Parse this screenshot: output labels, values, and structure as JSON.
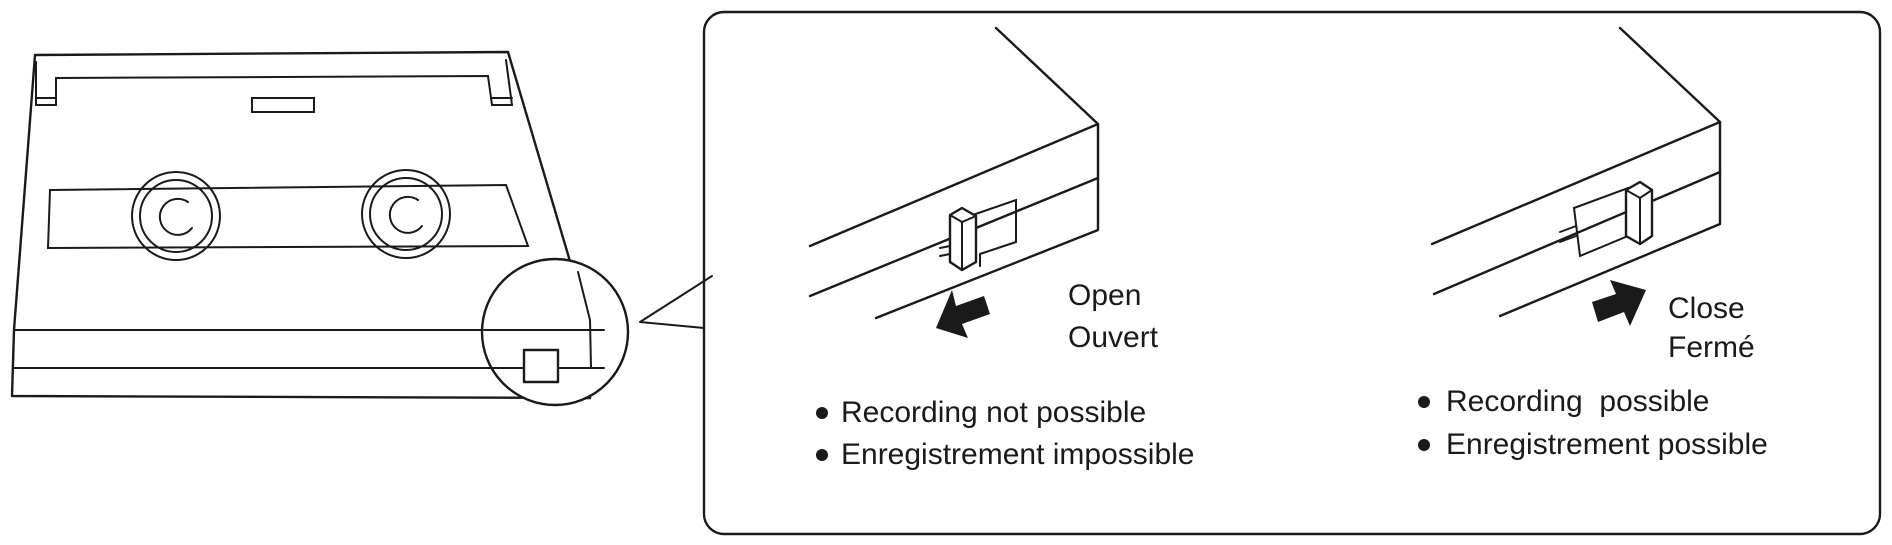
{
  "open_state": {
    "label_en": "Open",
    "label_fr": "Ouvert",
    "bullet_en": "Recording not possible",
    "bullet_fr": "Enregistrement impossible"
  },
  "close_state": {
    "label_en": "Close",
    "label_fr": "Fermé",
    "bullet_en": "Recording  possible",
    "bullet_fr": "Enregistrement possible"
  },
  "colors": {
    "ink": "#1a1a1a",
    "paper": "#ffffff"
  }
}
